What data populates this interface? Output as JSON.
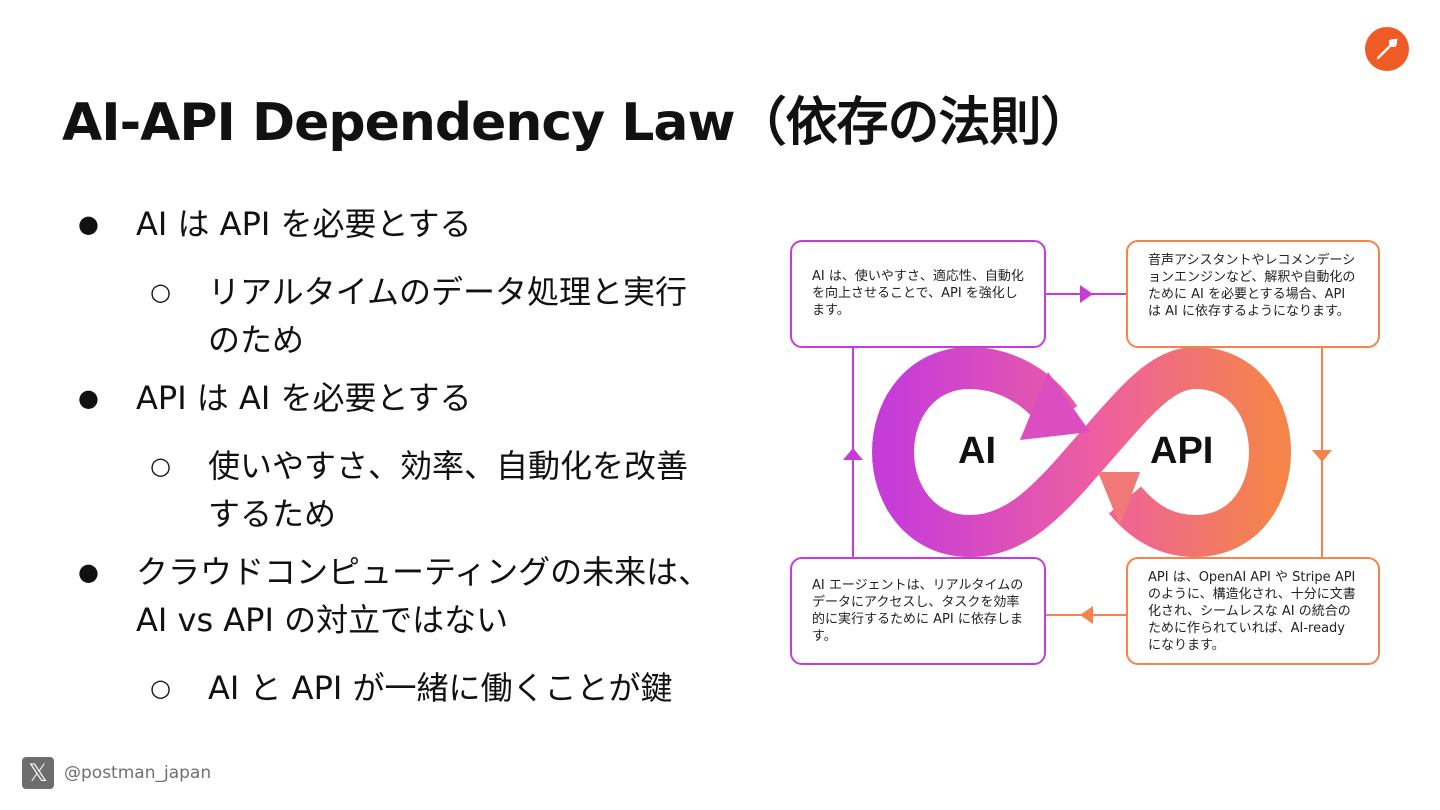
{
  "slide": {
    "title": "AI-API Dependency Law（依存の法則）"
  },
  "logo": {
    "icon": "postman-rocket-icon",
    "color": "#ef5b25"
  },
  "bullets": [
    {
      "text": "AI は API を必要とする",
      "sub": [
        "リアルタイムのデータ処理と実行",
        "のため"
      ]
    },
    {
      "text": "API は AI を必要とする",
      "sub": [
        "使いやすさ、効率、自動化を改善",
        "するため"
      ]
    },
    {
      "text": "クラウドコンピューティングの未来は、",
      "text2": "AI vs API の対立ではない",
      "sub": [
        "AI と API が一緒に働くことが鍵"
      ]
    }
  ],
  "diagram": {
    "center_left": "AI",
    "center_right": "API",
    "box_top_left": "AI は、使いやすさ、適応性、自動化を向上させることで、API を強化します。",
    "box_top_right": "音声アシスタントやレコメンデーションエンジンなど、解釈や自動化のために AI を必要とする場合、API は AI に依存するようになります。",
    "box_bottom_left": "AI エージェントは、リアルタイムのデータにアクセスし、タスクを効率的に実行するために API に依存します。",
    "box_bottom_right": "API は、OpenAI API や Stripe API のように、構造化され、十分に文書化され、シームレスな AI の統合のために作られていれば、AI-ready になります。",
    "colors": {
      "purple": "#c63cd8",
      "pink": "#ee5fa0",
      "orange": "#f4844a"
    }
  },
  "footer": {
    "icon": "x-logo-icon",
    "handle": "@postman_japan"
  }
}
